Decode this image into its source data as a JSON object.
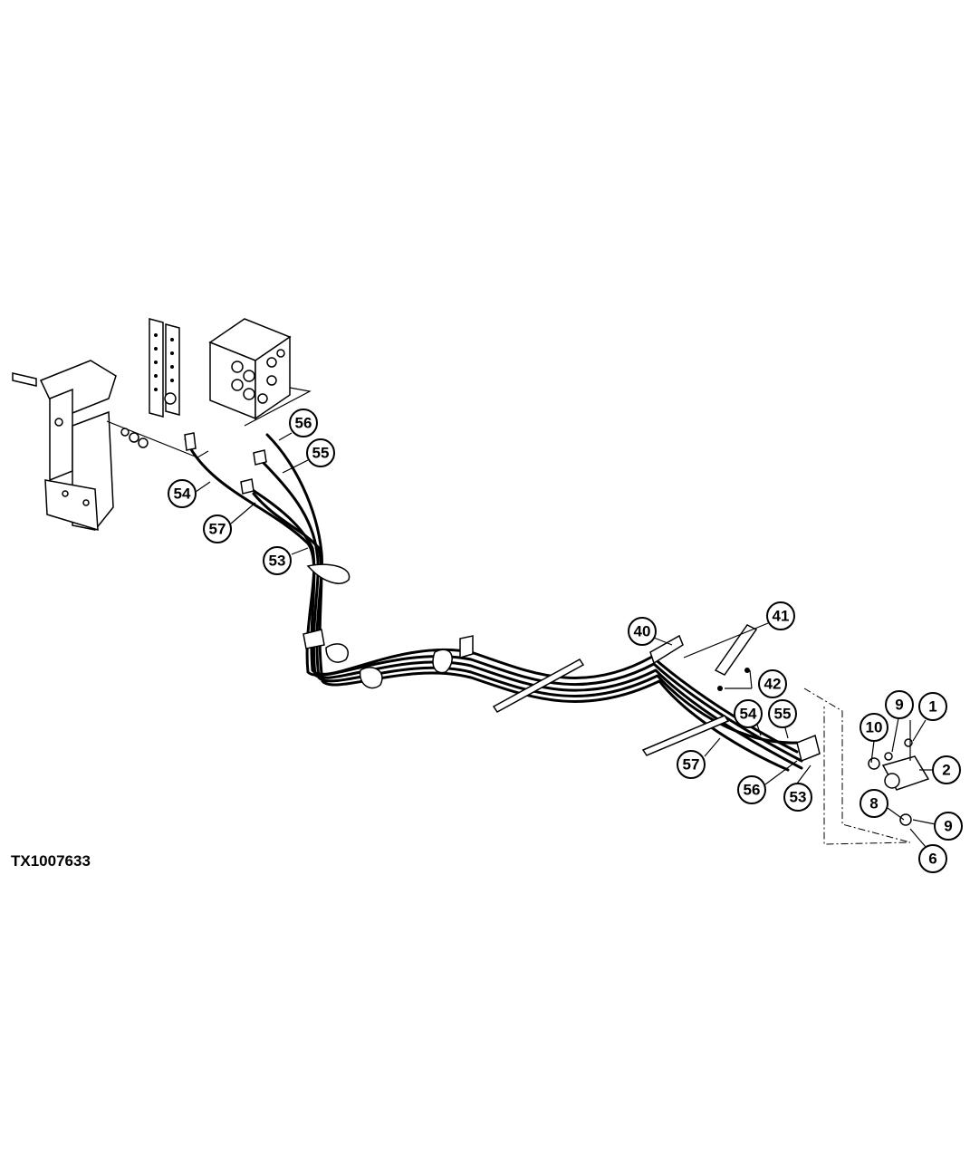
{
  "figure_id": "TX1007633",
  "callouts": [
    {
      "id": "c56a",
      "label": "56"
    },
    {
      "id": "c55a",
      "label": "55"
    },
    {
      "id": "c54a",
      "label": "54"
    },
    {
      "id": "c57a",
      "label": "57"
    },
    {
      "id": "c53a",
      "label": "53"
    },
    {
      "id": "c40",
      "label": "40"
    },
    {
      "id": "c41",
      "label": "41"
    },
    {
      "id": "c42",
      "label": "42"
    },
    {
      "id": "c54b",
      "label": "54"
    },
    {
      "id": "c55b",
      "label": "55"
    },
    {
      "id": "c57b",
      "label": "57"
    },
    {
      "id": "c56b",
      "label": "56"
    },
    {
      "id": "c53b",
      "label": "53"
    },
    {
      "id": "c10",
      "label": "10"
    },
    {
      "id": "c9a",
      "label": "9"
    },
    {
      "id": "c1",
      "label": "1"
    },
    {
      "id": "c2",
      "label": "2"
    },
    {
      "id": "c8",
      "label": "8"
    },
    {
      "id": "c9b",
      "label": "9"
    },
    {
      "id": "c6",
      "label": "6"
    }
  ]
}
